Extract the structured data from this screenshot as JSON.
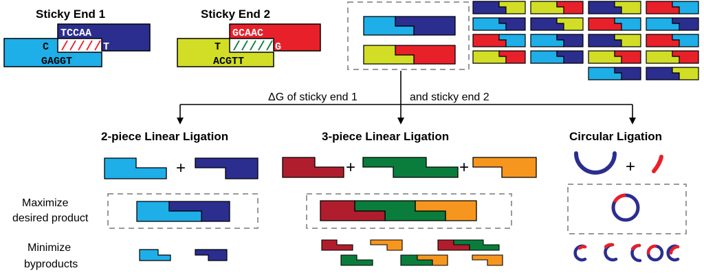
{
  "colors": {
    "cyan": "#1eaee8",
    "navy": "#2b2e8f",
    "red": "#e8202a",
    "yellow": "#d2de26",
    "crimson": "#b01e2e",
    "green": "#0a7d3c",
    "orange": "#f6961e",
    "dash": "#999999"
  },
  "sticky": {
    "end1": {
      "title": "Sticky End 1",
      "top": "TCCAA",
      "bottom": "GAGGT",
      "left_base": "C",
      "right_base": "T"
    },
    "end2": {
      "title": "Sticky End 2",
      "top": "GCAAC",
      "bottom": "ACGTT",
      "left_base": "T",
      "right_base": "G"
    }
  },
  "flow": {
    "label_left": "ΔG of sticky end 1",
    "label_right": "and sticky end 2"
  },
  "sections": {
    "two_piece": "2-piece Linear Ligation",
    "three_piece": "3-piece Linear Ligation",
    "circular": "Circular Ligation"
  },
  "rows": {
    "maximize_line1": "Maximize",
    "maximize_line2": "desired product",
    "minimize_line1": "Minimize",
    "minimize_line2": "byproducts"
  },
  "symbols": {
    "plus": "+"
  }
}
